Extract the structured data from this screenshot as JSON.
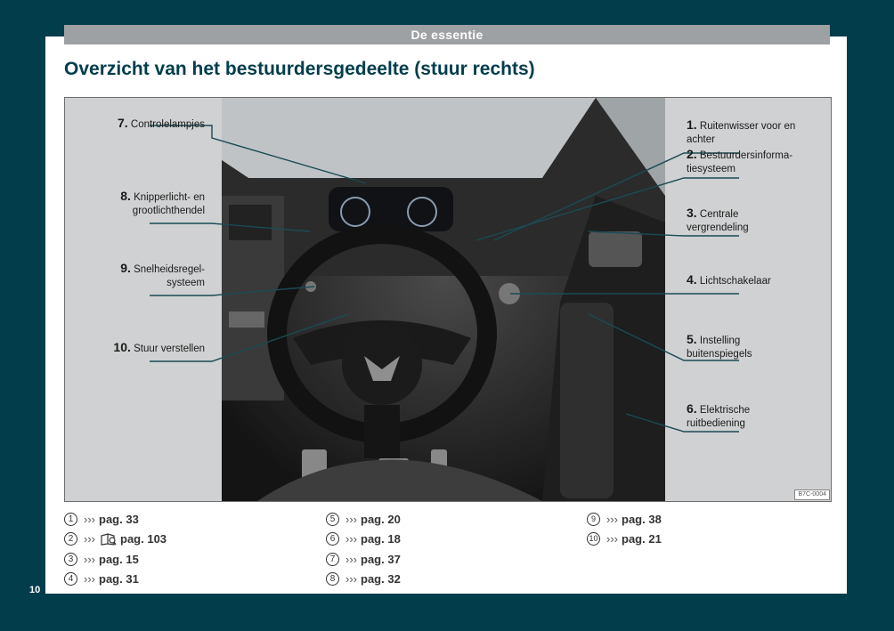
{
  "header": {
    "section": "De essentie"
  },
  "title": "Overzicht van het bestuurdersgedeelte (stuur rechts)",
  "figure": {
    "code": "B7C-0004",
    "callouts_left": [
      {
        "num": "7.",
        "text": "Controlelampjes"
      },
      {
        "num": "8.",
        "text": "Knipperlicht- en",
        "text2": "grootlichthendel"
      },
      {
        "num": "9.",
        "text": "Snelheidsregel-",
        "text2": "systeem"
      },
      {
        "num": "10.",
        "text": "Stuur verstellen"
      }
    ],
    "callouts_right": [
      {
        "num": "1.",
        "text": "Ruitenwisser voor en",
        "text2": "achter"
      },
      {
        "num": "2.",
        "text": "Bestuurdersinforma-",
        "text2": "tiesysteem"
      },
      {
        "num": "3.",
        "text": "Centrale",
        "text2": "vergrendeling"
      },
      {
        "num": "4.",
        "text": "Lichtschakelaar"
      },
      {
        "num": "5.",
        "text": "Instelling",
        "text2": "buitenspiegels"
      },
      {
        "num": "6.",
        "text": "Elektrische",
        "text2": "ruitbediening"
      }
    ]
  },
  "references": [
    {
      "n": "1",
      "text": "pag. 33"
    },
    {
      "n": "2",
      "text": "pag. 103",
      "icon": "book-search-icon"
    },
    {
      "n": "3",
      "text": "pag. 15"
    },
    {
      "n": "4",
      "text": "pag. 31"
    },
    {
      "n": "5",
      "text": "pag. 20"
    },
    {
      "n": "6",
      "text": "pag. 18"
    },
    {
      "n": "7",
      "text": "pag. 37"
    },
    {
      "n": "8",
      "text": "pag. 32"
    },
    {
      "n": "9",
      "text": "pag. 38"
    },
    {
      "n": "10",
      "text": "pag. 21"
    }
  ],
  "arrow_symbol": "›››",
  "page_number": "10",
  "colors": {
    "brand": "#023d4c",
    "header_bar": "#9ea1a3",
    "panel": "#d0d1d2"
  }
}
